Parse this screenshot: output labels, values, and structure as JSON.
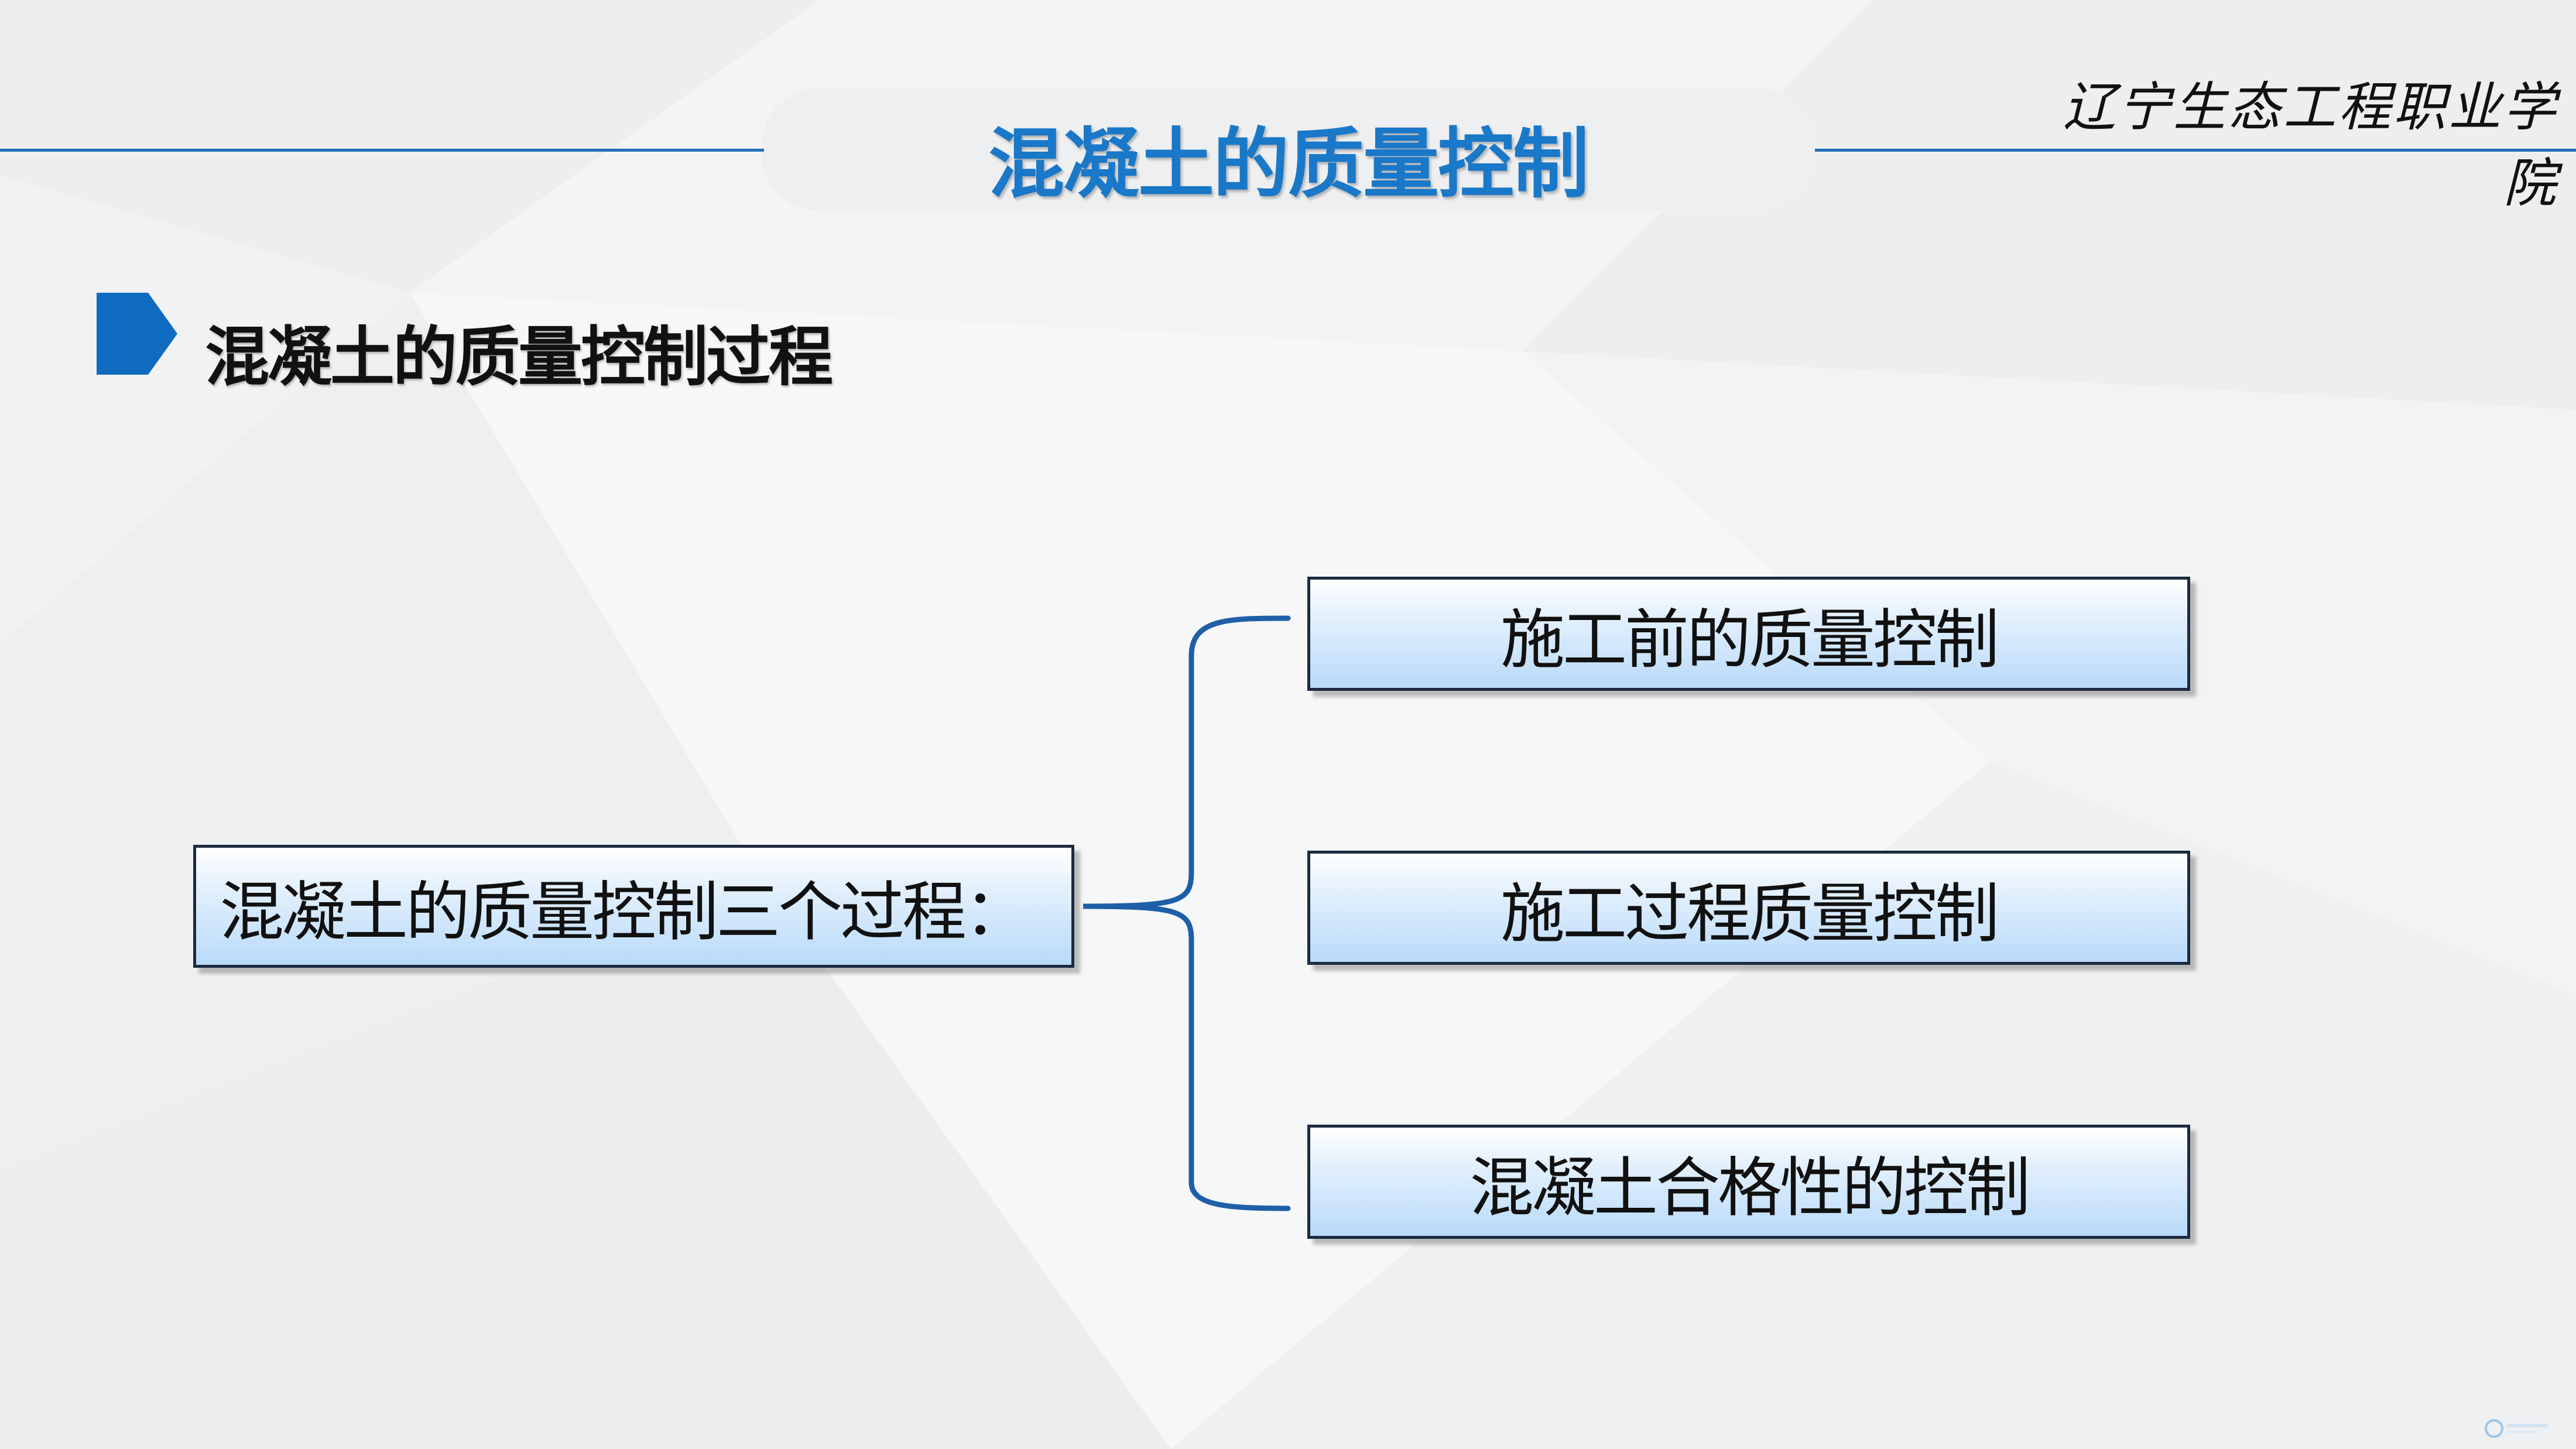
{
  "header": {
    "title": "混凝土的质量控制",
    "school_name": "辽宁生态工程职业学院"
  },
  "section": {
    "heading": "混凝土的质量控制过程"
  },
  "diagram": {
    "root": "混凝土的质量控制三个过程：",
    "children": [
      "施工前的质量控制",
      "施工过程质量控制",
      "混凝土合格性的控制"
    ]
  },
  "colors": {
    "accent": "#1a78c8",
    "line": "#1f6fb6",
    "box_border": "#1b2a40",
    "brace": "#1f5fa8"
  }
}
